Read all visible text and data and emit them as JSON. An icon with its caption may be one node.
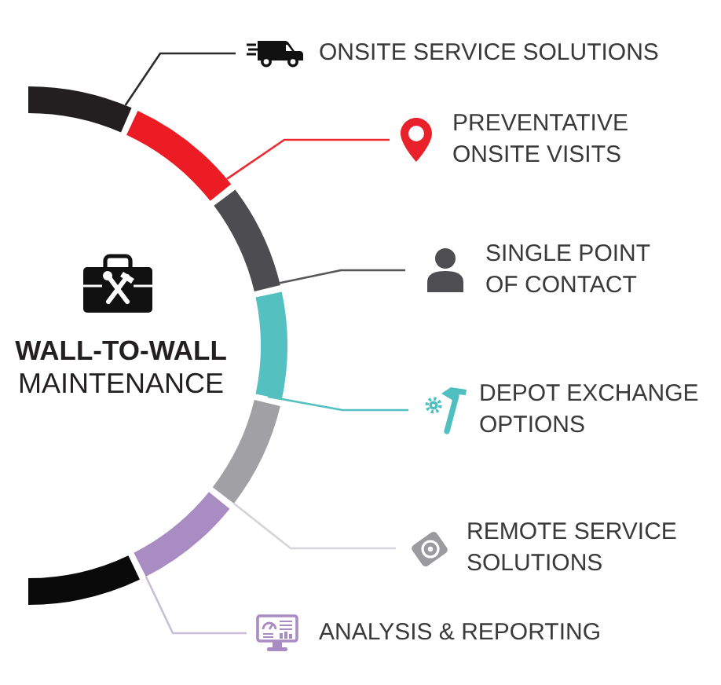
{
  "diagram": {
    "title": "**WALL-TO-WALL** MAINTENANCE",
    "nodes": [
      {
        "text": [
          "ONSITE SERVICE SOLUTIONS"
        ]
      },
      {
        "text": [
          "PREVENTATIVE ONSITE VISITS"
        ]
      },
      {
        "text": [
          "SINGLE POINT OF CONTACT"
        ]
      },
      {
        "text": [
          "DEPOT EXCHANGE OPTIONS"
        ]
      },
      {
        "text": [
          "REMOTE SERVICE SOLUTIONS"
        ]
      },
      {
        "text": [
          "ANALYSIS & REPORTING"
        ]
      },
      {
        "text": [],
        "shape": "arc"
      },
      {
        "text": [],
        "shape": "arc"
      },
      {
        "text": [],
        "shape": "arc"
      },
      {
        "text": [],
        "shape": "arc"
      },
      {
        "text": [],
        "shape": "arc"
      },
      {
        "text": [],
        "shape": "arc"
      },
      {
        "text": [],
        "shape": "arc"
      }
    ],
    "edges": [
      {
        "from": 0,
        "to": 6,
        "arrow": "none",
        "color": "#2b2b2b"
      },
      {
        "from": 1,
        "to": 7,
        "arrow": "none",
        "color": "#ec2a32"
      },
      {
        "from": 2,
        "to": 8,
        "arrow": "none",
        "color": "#55555a"
      },
      {
        "from": 3,
        "to": 9,
        "arrow": "none",
        "color": "#54c0c0"
      },
      {
        "from": 4,
        "to": 10,
        "arrow": "none",
        "color": "#d4d4da"
      },
      {
        "from": 5,
        "to": 11,
        "arrow": "none",
        "color": "#c9bdd9"
      }
    ]
  }
}
